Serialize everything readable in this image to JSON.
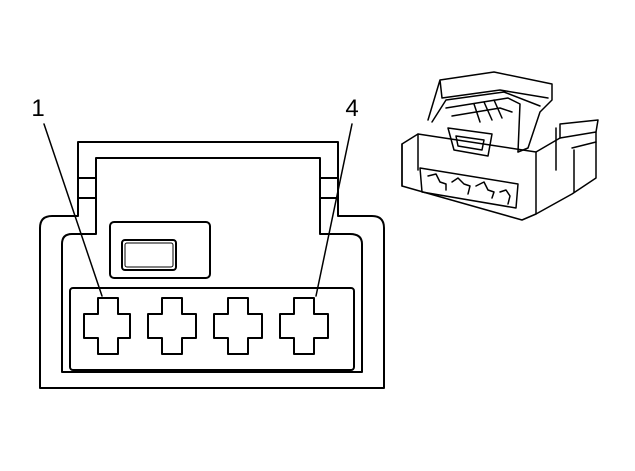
{
  "diagram": {
    "pin_labels": [
      {
        "id": "pin-1",
        "text": "1"
      },
      {
        "id": "pin-4",
        "text": "4"
      }
    ],
    "terminal_count": 4,
    "line_color": "#000000",
    "fill_color": "#ffffff"
  }
}
